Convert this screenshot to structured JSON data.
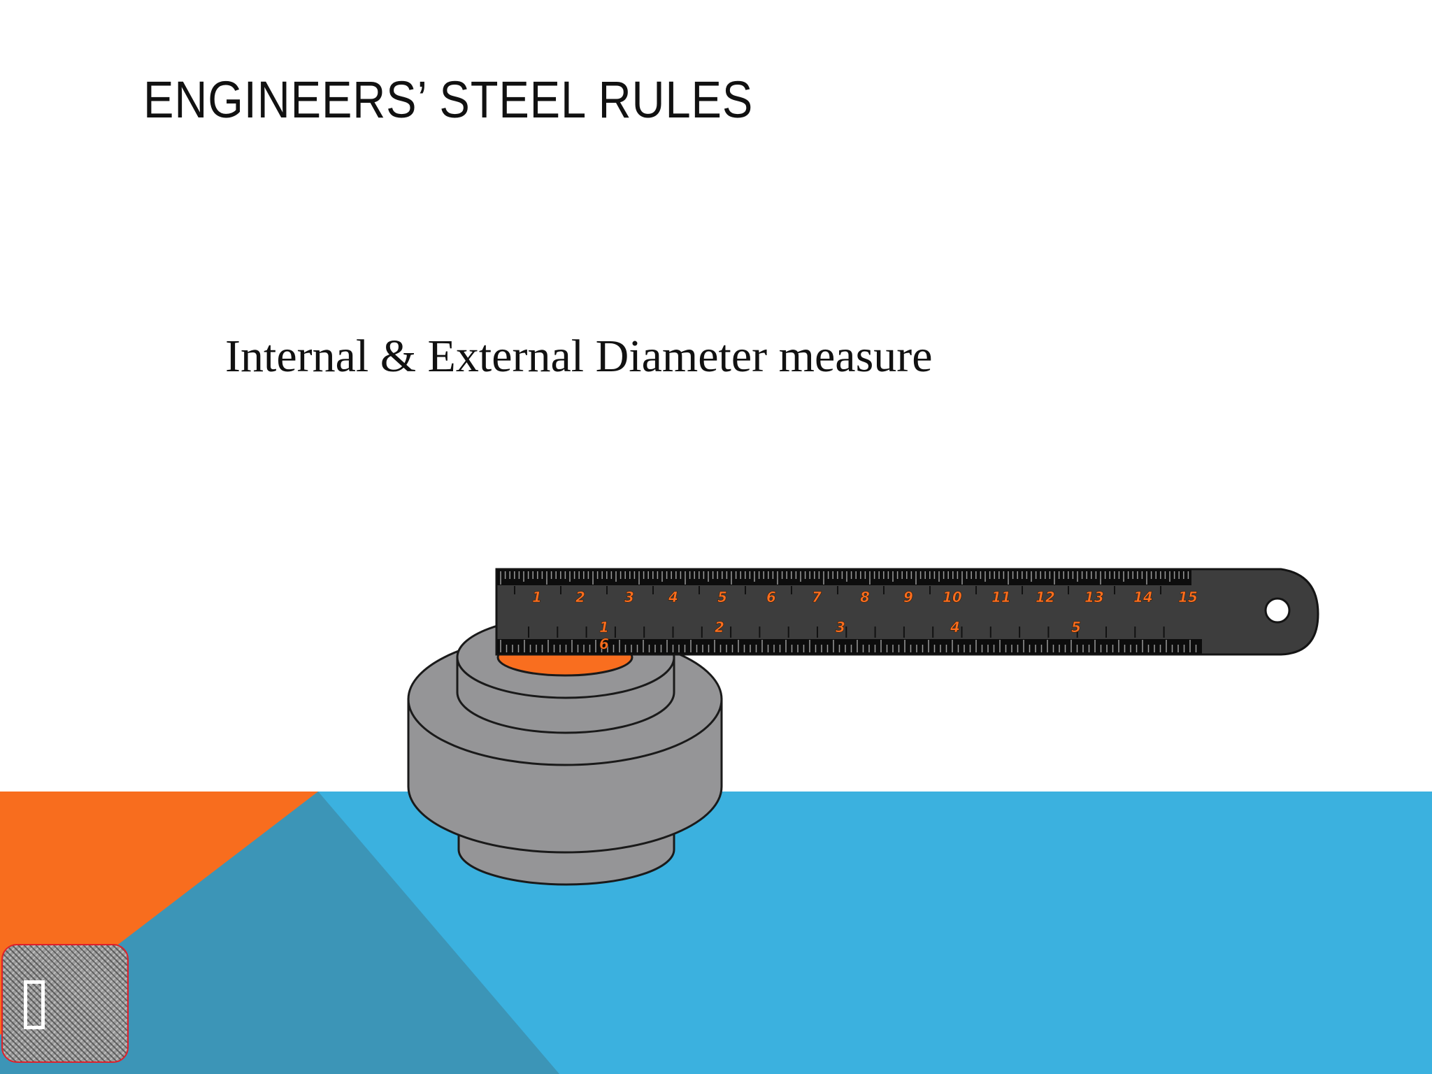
{
  "slide": {
    "title": "ENGINEERS’ STEEL RULES",
    "subtitle": "Internal & External Diameter measure"
  },
  "illustration": {
    "ruler": {
      "top_scale_numbers": [
        "1",
        "2",
        "3",
        "4",
        "5",
        "6",
        "7",
        "8",
        "9",
        "10",
        "11",
        "12",
        "13",
        "14",
        "15"
      ],
      "bottom_scale_numbers": [
        "1",
        "2",
        "3",
        "4",
        "5"
      ],
      "bottom_scale_extra": "6"
    }
  },
  "colors": {
    "accent_orange": "#f86d1e",
    "accent_blue": "#3bb1df",
    "accent_teal": "#3c95b7",
    "ruler_body": "#3d3d3d",
    "ruler_edge": "#1a1a1a",
    "part_gray": "#959597",
    "bore_orange": "#f96e1f"
  },
  "nav": {
    "icon": "unknown-glyph-icon"
  }
}
